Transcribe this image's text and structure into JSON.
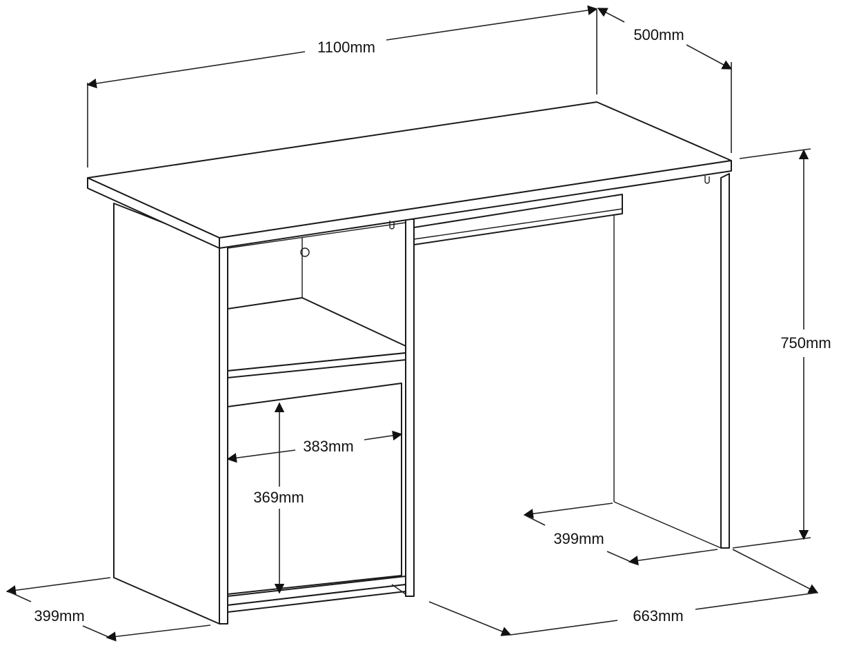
{
  "dimensions": {
    "top_width": "1100mm",
    "top_depth": "500mm",
    "height": "750mm",
    "drawer_width": "383mm",
    "door_height": "369mm",
    "right_leg_depth": "399mm",
    "left_leg_depth": "399mm",
    "right_frame_depth": "663mm"
  },
  "colors": {
    "line": "#1a1a1a",
    "background": "#ffffff"
  }
}
